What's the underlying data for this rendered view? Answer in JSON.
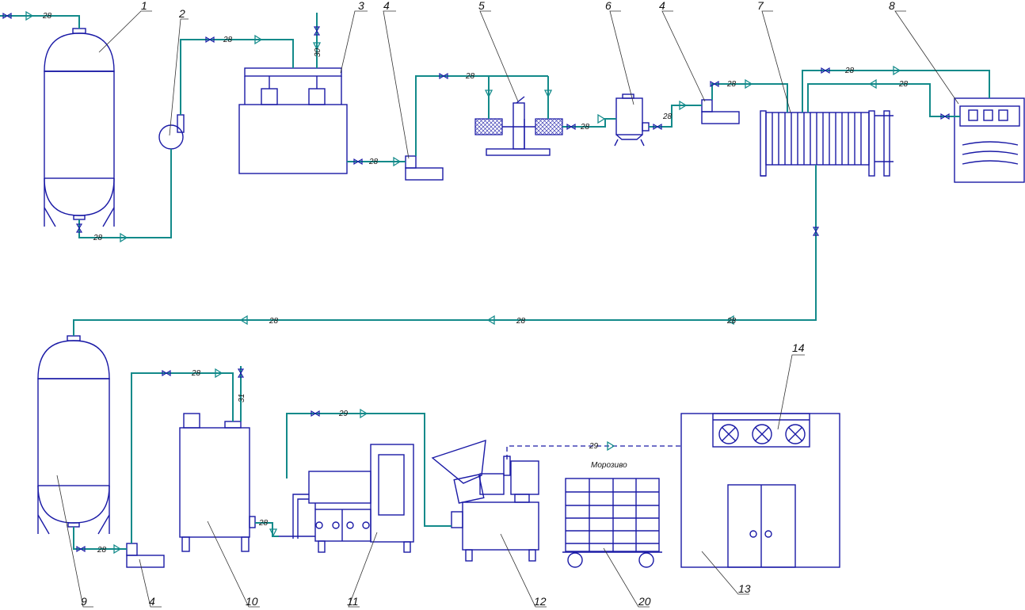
{
  "diagram": {
    "pipe_labels": {
      "p28": "28",
      "p29": "29",
      "p30": "30",
      "p31": "31"
    },
    "item_numbers": {
      "n1": "1",
      "n2": "2",
      "n3": "3",
      "n4": "4",
      "n5": "5",
      "n6": "6",
      "n7": "7",
      "n8": "8",
      "n9": "9",
      "n10": "10",
      "n11": "11",
      "n12": "12",
      "n13": "13",
      "n14": "14",
      "n20": "20"
    },
    "freezer_text": "Морозиво",
    "colors": {
      "equipment": "#1a1aa6",
      "pipe": "#138a8a",
      "leader": "#333333"
    }
  }
}
